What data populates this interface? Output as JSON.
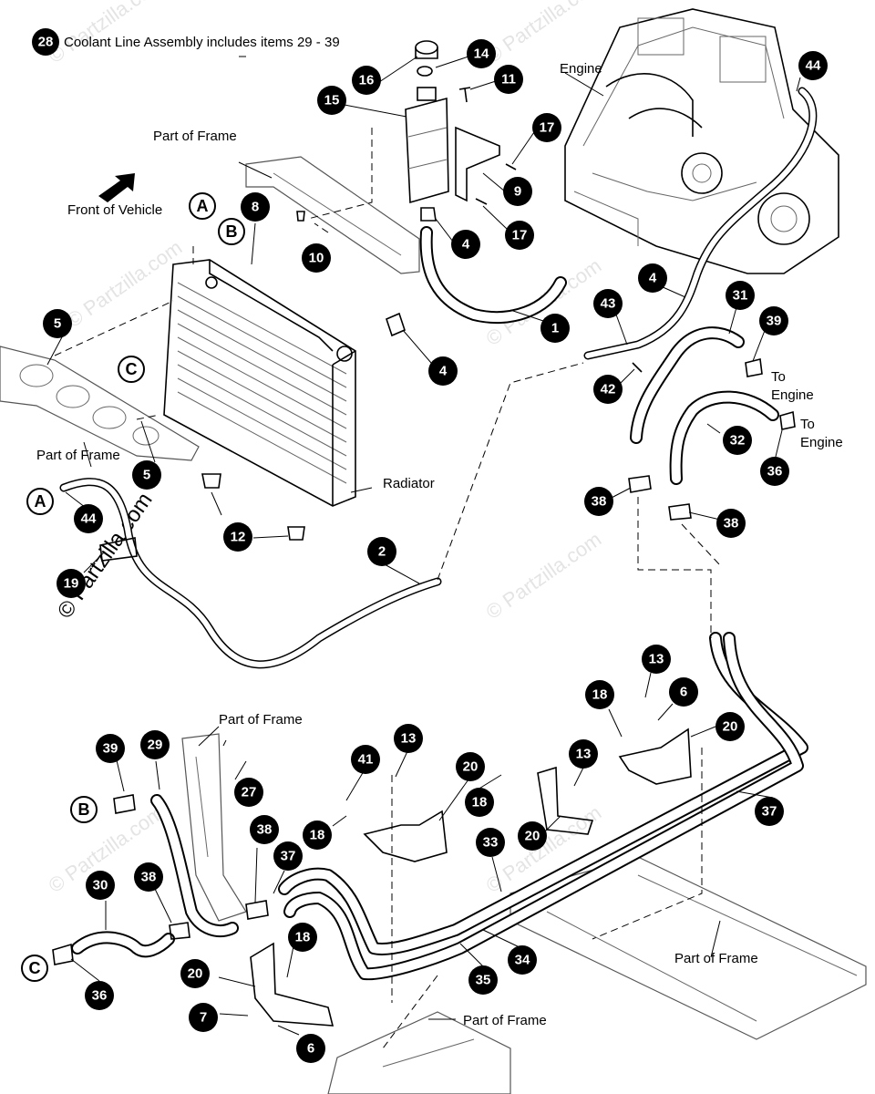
{
  "note": {
    "number": "28",
    "text": "Coolant Line Assembly includes items 29 - 39"
  },
  "labels": {
    "engine": "Engine",
    "part_of_frame": "Part of Frame",
    "front_of_vehicle": "Front of Vehicle",
    "radiator": "Radiator",
    "to": "To",
    "engine_word": "Engine"
  },
  "letters": {
    "a": "A",
    "b": "B",
    "c": "C"
  },
  "callouts": {
    "c1": "1",
    "c2": "2",
    "c4a": "4",
    "c4b": "4",
    "c4c": "4",
    "c5a": "5",
    "c5b": "5",
    "c6a": "6",
    "c6b": "6",
    "c7": "7",
    "c8": "8",
    "c9": "9",
    "c10": "10",
    "c11": "11",
    "c12": "12",
    "c13a": "13",
    "c13b": "13",
    "c13c": "13",
    "c14": "14",
    "c15": "15",
    "c16": "16",
    "c17a": "17",
    "c17b": "17",
    "c18a": "18",
    "c18b": "18",
    "c18c": "18",
    "c18d": "18",
    "c19": "19",
    "c20a": "20",
    "c20b": "20",
    "c20c": "20",
    "c20d": "20",
    "c27": "27",
    "c29": "29",
    "c30": "30",
    "c31": "31",
    "c32": "32",
    "c33": "33",
    "c34": "34",
    "c35": "35",
    "c36a": "36",
    "c36b": "36",
    "c37a": "37",
    "c37b": "37",
    "c38a": "38",
    "c38b": "38",
    "c38c": "38",
    "c38d": "38",
    "c39a": "39",
    "c39b": "39",
    "c41": "41",
    "c42": "42",
    "c43": "43",
    "c44a": "44",
    "c44b": "44"
  },
  "watermark": "© Partzilla.com"
}
